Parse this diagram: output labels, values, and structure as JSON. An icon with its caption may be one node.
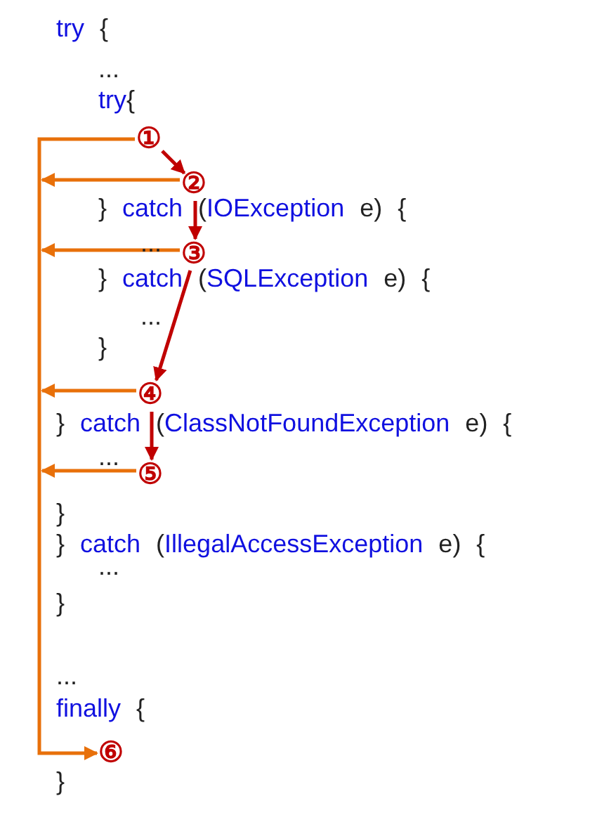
{
  "diagram": {
    "nodes": [
      {
        "text": [
          "①"
        ]
      },
      {
        "text": [
          "②"
        ]
      },
      {
        "text": [
          "③"
        ]
      },
      {
        "text": [
          "④"
        ]
      },
      {
        "text": [
          "⑤"
        ]
      },
      {
        "text": [
          "⑥"
        ]
      }
    ],
    "edges": [
      {
        "from": 0,
        "to": 1,
        "arrow": "to",
        "color": "#c00000"
      },
      {
        "from": 1,
        "to": 2,
        "arrow": "to",
        "color": "#c00000"
      },
      {
        "from": 2,
        "to": 3,
        "arrow": "to",
        "color": "#c00000"
      },
      {
        "from": 3,
        "to": 4,
        "arrow": "to",
        "color": "#c00000"
      },
      {
        "from": 0,
        "to": 5,
        "arrow": "to"
      },
      {
        "from": 1,
        "to": null,
        "arrow": "to"
      },
      {
        "from": 2,
        "to": null,
        "arrow": "to"
      },
      {
        "from": 3,
        "to": null,
        "arrow": "to"
      },
      {
        "from": 4,
        "to": null,
        "arrow": "to"
      }
    ],
    "labels": [
      "try {",
      "...",
      "try{",
      "} catch (IOException e) {",
      "...",
      "} catch (SQLException e) {",
      "...",
      "}",
      "} catch (ClassNotFoundException e) {",
      "...",
      "}",
      "} catch (IllegalAccessException e) {",
      "...",
      "}",
      "...",
      "finally {",
      "}"
    ]
  }
}
